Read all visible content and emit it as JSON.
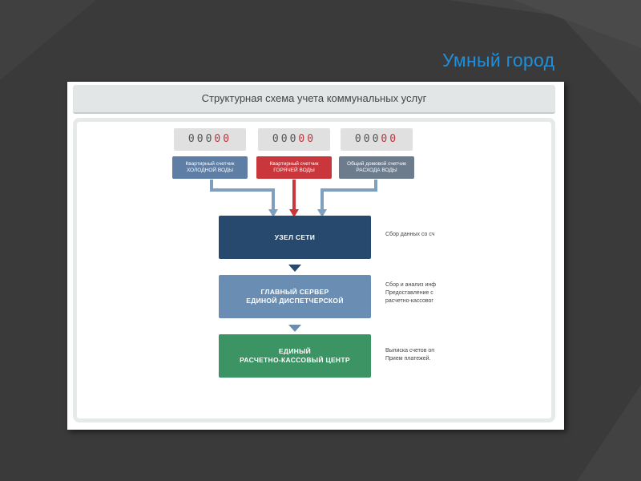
{
  "slide": {
    "title": "Умный город"
  },
  "header": {
    "title": "Структурная схема учета коммунальных услуг"
  },
  "meters": [
    {
      "digits_plain": "000",
      "digits_red": "00",
      "line1": "Квартирный счетчик",
      "line2": "ХОЛОДНОЙ ВОДЫ",
      "color": "#5e7ea6"
    },
    {
      "digits_plain": "000",
      "digits_red": "00",
      "line1": "Квартирный счетчик",
      "line2": "ГОРЯЧЕЙ ВОДЫ",
      "color": "#c9373d"
    },
    {
      "digits_plain": "000",
      "digits_red": "00",
      "line1": "Общий домовой счетчик",
      "line2": "РАСХОДА ВОДЫ",
      "color": "#6d7c8d"
    }
  ],
  "nodes": [
    {
      "line1": "УЗЕЛ СЕТИ",
      "line2": "",
      "color": "#27496d"
    },
    {
      "line1": "ГЛАВНЫЙ СЕРВЕР",
      "line2": "ЕДИНОЙ ДИСПЕТЧЕРСКОЙ",
      "color": "#6a8eb3"
    },
    {
      "line1": "ЕДИНЫЙ",
      "line2": "РАСЧЕТНО-КАССОВЫЙ ЦЕНТР",
      "color": "#3c9364"
    }
  ],
  "descriptions": [
    [
      "Сбор данных со сч"
    ],
    [
      "Сбор и анализ инф",
      "Предоставление с",
      "расчетно-кассовог"
    ],
    [
      "Выписка счетов оп",
      "Прием платежей."
    ]
  ]
}
